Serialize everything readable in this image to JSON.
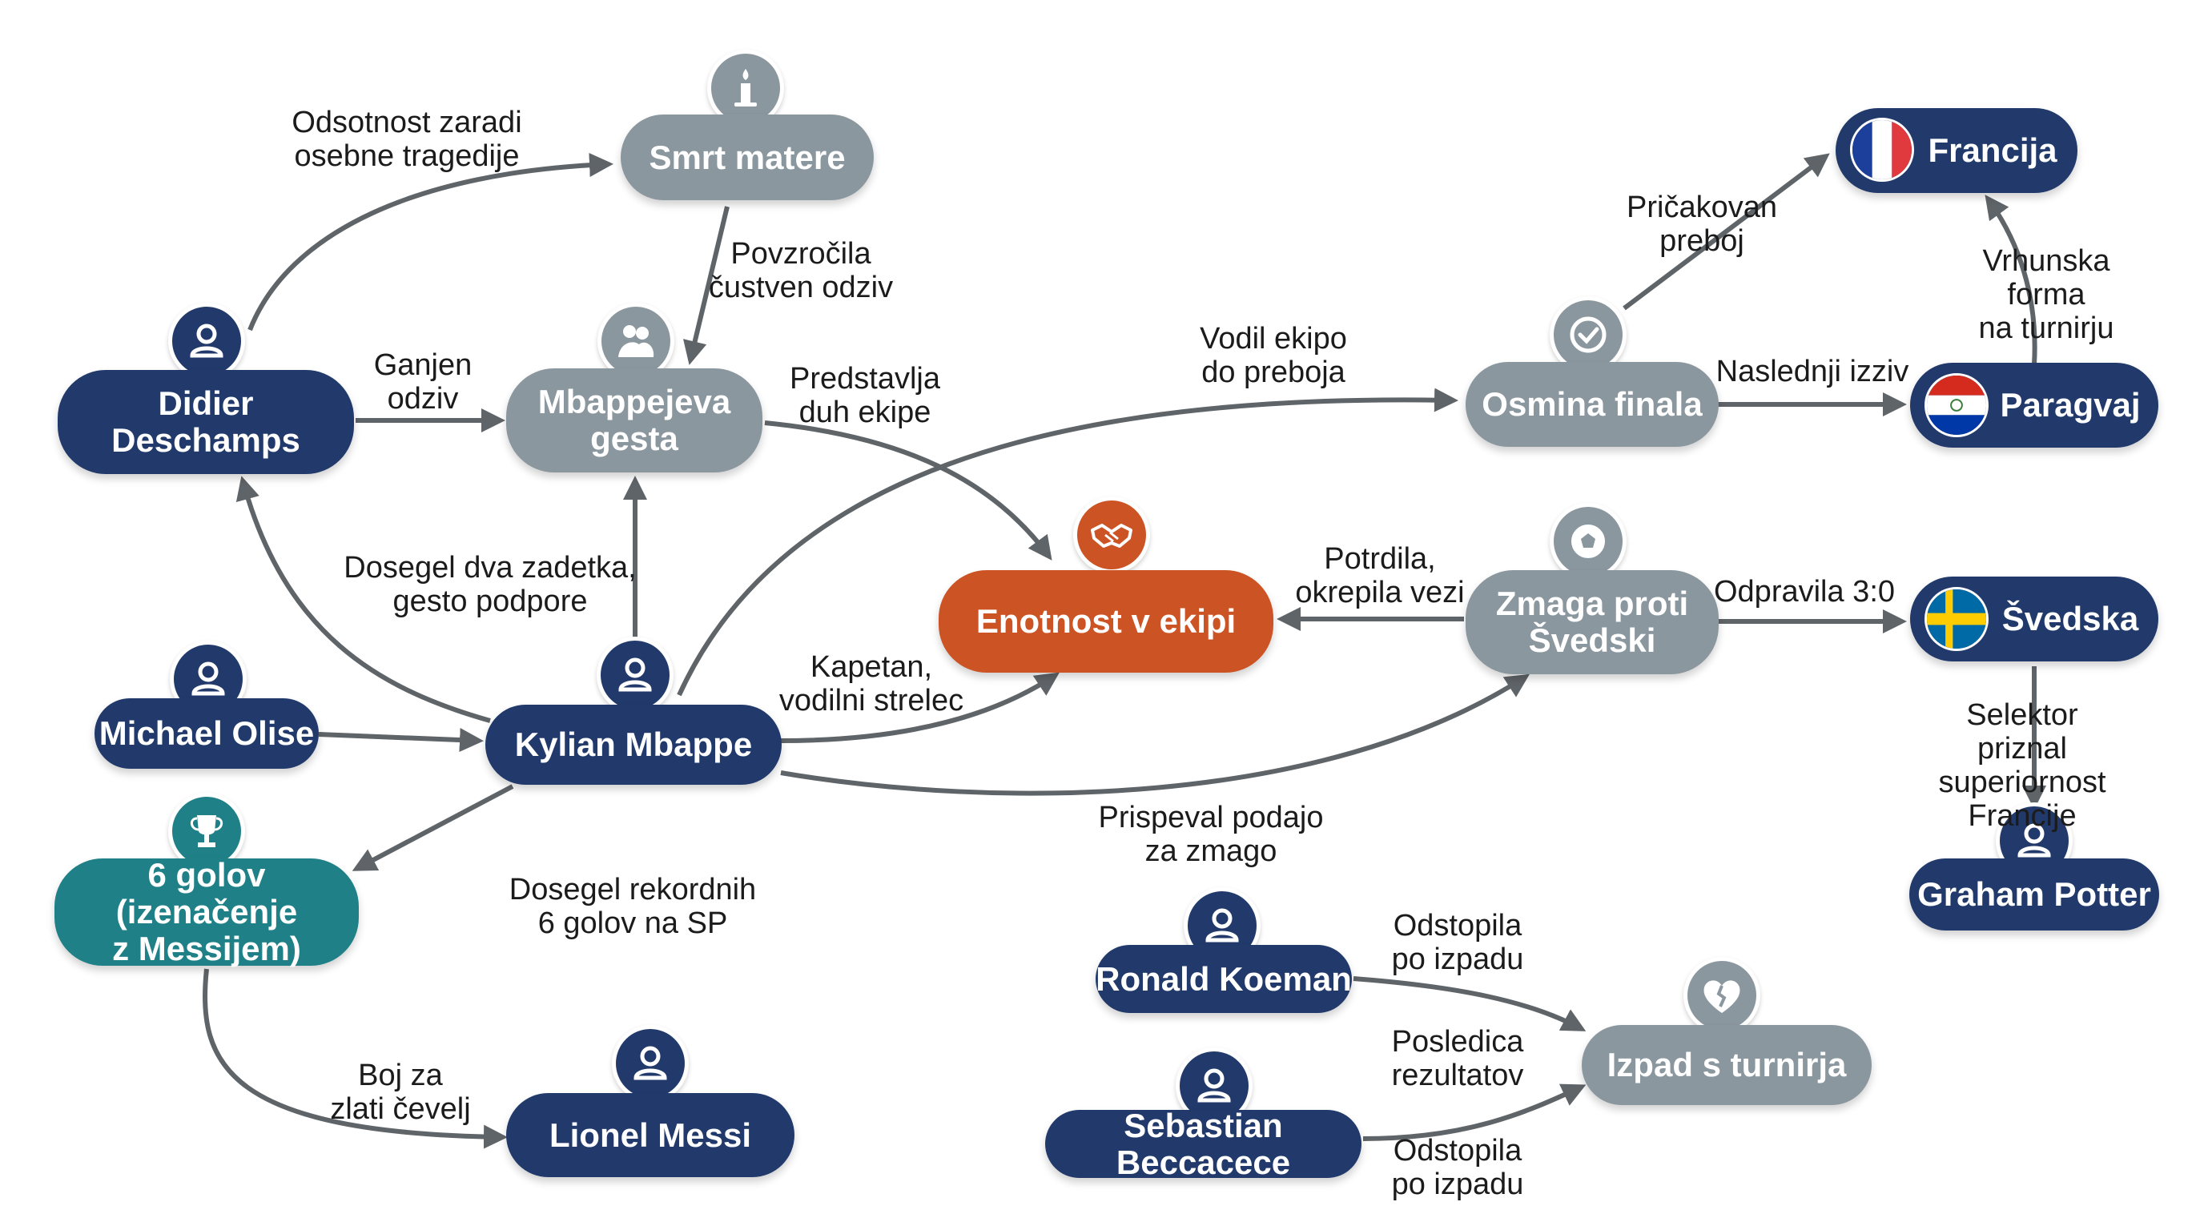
{
  "nodes": {
    "deschamps": "Didier\nDeschamps",
    "smrt_matere": "Smrt matere",
    "gesta": "Mbappejeva\ngesta",
    "enotnost": "Enotnost v ekipi",
    "osmina": "Osmina finala",
    "francija": "Francija",
    "paragvaj": "Paragvaj",
    "zmaga": "Zmaga proti\nŠvedski",
    "svedska": "Švedska",
    "olise": "Michael Olise",
    "mbappe": "Kylian Mbappe",
    "goli": "6 golov (izenačenje\nz Messijem)",
    "messi": "Lionel Messi",
    "potter": "Graham Potter",
    "koeman": "Ronald Koeman",
    "beccacece": "Sebastian Beccacece",
    "izpad": "Izpad s turnirja"
  },
  "edge_labels": {
    "deschamps_smrt": "Odsotnost zaradi\nosebne tragedije",
    "smrt_gesta": "Povzročila\nčustven odziv",
    "deschamps_gesta": "Ganjen\nodziv",
    "gesta_enotnost": "Predstavlja\nduh ekipe",
    "mbappe_osmina": "Vodil ekipo\ndo preboja",
    "osmina_francija": "Pričakovan\npreboj",
    "paragvaj_francija": "Vrhunska forma\nna turnirju",
    "osmina_paragvaj": "Naslednji izziv",
    "zmaga_enotnost": "Potrdila,\nokrepila vezi",
    "zmaga_svedska": "Odpravila 3:0",
    "svedska_potter": "Selektor priznal\nsuperiornost Francije",
    "mbappe_gesta": "Dosegel dva zadetka,\ngesto podpore",
    "mbappe_enotnost": "Kapetan,\nvodilni strelec",
    "mbappe_zmaga": "Prispeval podajo\nza zmago",
    "mbappe_goli": "Dosegel rekordnih\n6 golov na SP",
    "goli_messi": "Boj za\nzlati čevelj",
    "koeman_izpad": "Odstopila\npo izpadu",
    "beccacece_izpad_1": "Posledica\nrezultatov",
    "beccacece_izpad_2": "Odstopila\npo izpadu"
  },
  "icons": {
    "person": "person-icon",
    "candle": "candle-icon",
    "hug": "hug-icon",
    "handshake": "handshake-icon",
    "check": "check-icon",
    "ball": "soccer-ball-icon",
    "trophy": "trophy-icon",
    "broken_heart": "broken-heart-icon",
    "flag_france": "france-flag-icon",
    "flag_paraguay": "paraguay-flag-icon",
    "flag_sweden": "sweden-flag-icon"
  },
  "colors": {
    "navy": "#213a6b",
    "gray": "#8b979e",
    "orange": "#cc5324",
    "teal": "#1f8187",
    "edge": "#5f6468"
  }
}
